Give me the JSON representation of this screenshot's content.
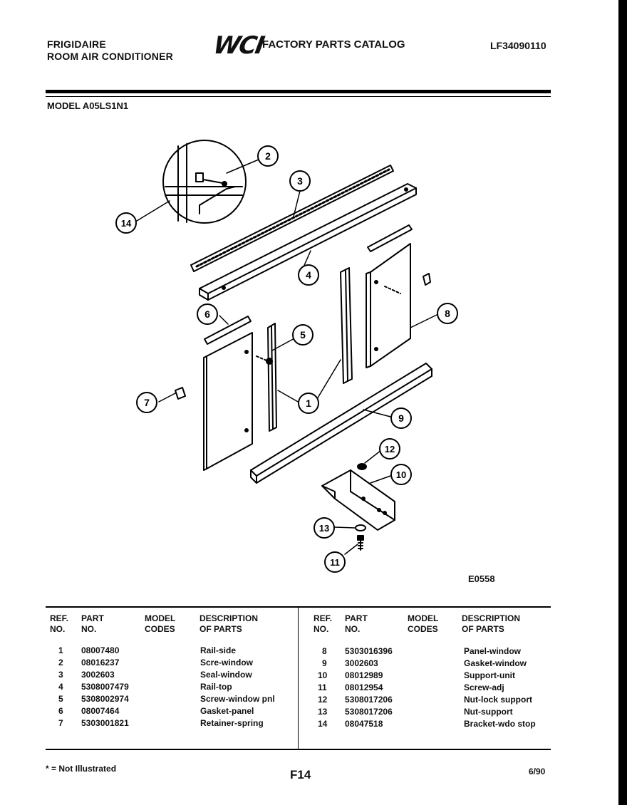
{
  "header": {
    "brand": "FRIGIDAIRE",
    "product": "ROOM AIR CONDITIONER",
    "logo_text": "WCI",
    "catalog_title": "FACTORY PARTS CATALOG",
    "doc_number": "LF34090110"
  },
  "model_line": "MODEL A05LS1N1",
  "diagram": {
    "code": "E0558",
    "callouts": [
      "1",
      "2",
      "3",
      "4",
      "5",
      "6",
      "7",
      "8",
      "9",
      "10",
      "11",
      "12",
      "13",
      "14"
    ]
  },
  "table": {
    "headers": {
      "ref_line1": "REF.",
      "ref_line2": "NO.",
      "part_line1": "PART",
      "part_line2": "NO.",
      "model_line1": "MODEL",
      "model_line2": "CODES",
      "desc_line1": "DESCRIPTION",
      "desc_line2": "OF PARTS"
    },
    "left_rows": [
      {
        "ref": "1",
        "part": "08007480",
        "codes": "",
        "desc": "Rail-side"
      },
      {
        "ref": "2",
        "part": "08016237",
        "codes": "",
        "desc": "Scre-window"
      },
      {
        "ref": "3",
        "part": "3002603",
        "codes": "",
        "desc": "Seal-window"
      },
      {
        "ref": "4",
        "part": "5308007479",
        "codes": "",
        "desc": "Rail-top"
      },
      {
        "ref": "5",
        "part": "5308002974",
        "codes": "",
        "desc": "Screw-window pnl"
      },
      {
        "ref": "6",
        "part": "08007464",
        "codes": "",
        "desc": "Gasket-panel"
      },
      {
        "ref": "7",
        "part": "5303001821",
        "codes": "",
        "desc": "Retainer-spring"
      }
    ],
    "right_rows": [
      {
        "ref": "8",
        "part": "5303016396",
        "codes": "",
        "desc": "Panel-window"
      },
      {
        "ref": "9",
        "part": "3002603",
        "codes": "",
        "desc": "Gasket-window"
      },
      {
        "ref": "10",
        "part": "08012989",
        "codes": "",
        "desc": "Support-unit"
      },
      {
        "ref": "11",
        "part": "08012954",
        "codes": "",
        "desc": "Screw-adj"
      },
      {
        "ref": "12",
        "part": "5308017206",
        "codes": "",
        "desc": "Nut-lock support"
      },
      {
        "ref": "13",
        "part": "5308017206",
        "codes": "",
        "desc": "Nut-support"
      },
      {
        "ref": "14",
        "part": "08047518",
        "codes": "",
        "desc": "Bracket-wdo stop"
      }
    ]
  },
  "footer": {
    "footnote": "* = Not Illustrated",
    "page": "F14",
    "date": "6/90"
  }
}
